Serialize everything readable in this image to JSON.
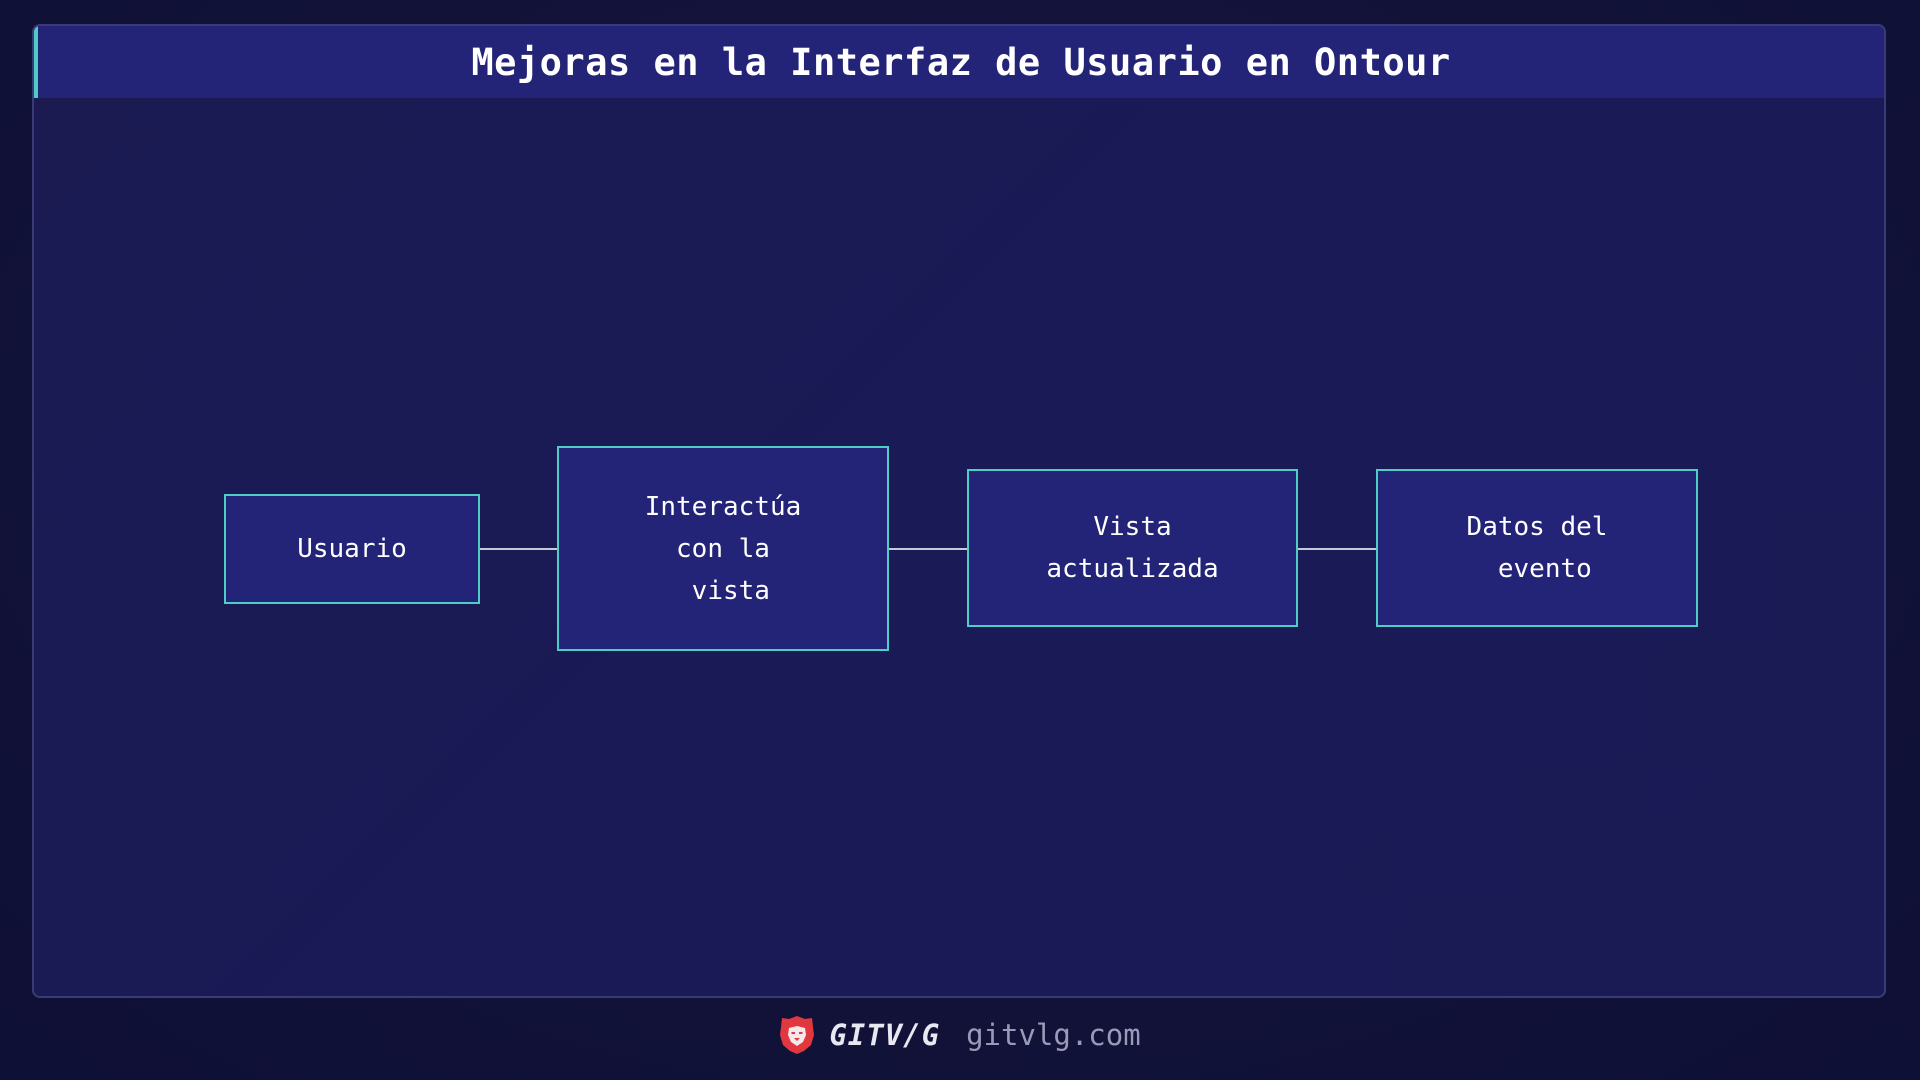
{
  "header": {
    "title": "Mejoras en la Interfaz de Usuario en Ontour"
  },
  "diagram": {
    "nodes": [
      {
        "id": "usuario",
        "label": "Usuario"
      },
      {
        "id": "interactua",
        "label": "Interactúa\ncon la\n vista"
      },
      {
        "id": "vista",
        "label": "Vista\nactualizada"
      },
      {
        "id": "datos",
        "label": "Datos del\n evento"
      }
    ],
    "edges": [
      {
        "from": "usuario",
        "to": "interactua"
      },
      {
        "from": "interactua",
        "to": "vista"
      },
      {
        "from": "vista",
        "to": "datos"
      }
    ]
  },
  "footer": {
    "logo_icon": "lion-head-icon",
    "brand": "GITV/G",
    "site": "gitvlg.com"
  },
  "colors": {
    "background": "#121238",
    "header_bg": "#232377",
    "accent": "#4ecdc4",
    "node_bg": "#232377",
    "node_border": "#4ecdc4",
    "edge": "#c8c8d8",
    "logo_red": "#e0383e"
  }
}
